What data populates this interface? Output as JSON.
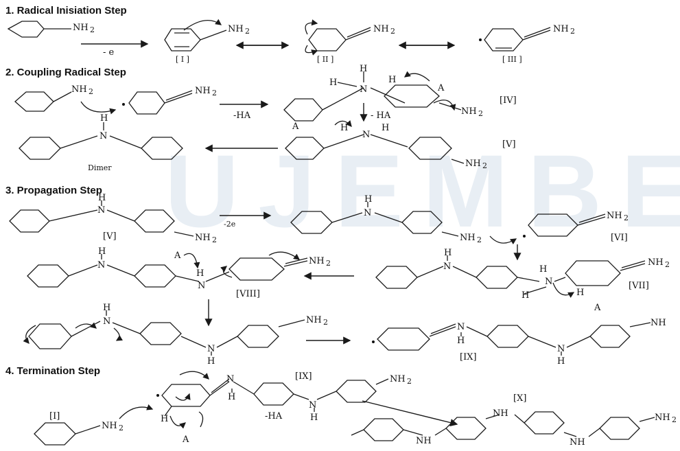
{
  "watermark": "UJEMBER",
  "steps": {
    "s1": "1. Radical Inisiation Step",
    "s2": "2. Coupling Radical Step",
    "s3": "3. Propagation Step",
    "s4": "4. Termination Step"
  },
  "labels": {
    "nh2": "NH",
    "nh2_sub": "2",
    "nh": "NH",
    "n": "N",
    "h": "H",
    "a_minus": "A",
    "minus_e": "- e",
    "minus_ha": "-HA",
    "minus_ha_sp": "- HA",
    "minus_2e": "-2e",
    "dimer": "Dimer",
    "I": "[ I ]",
    "II": "[ II ]",
    "III": "[ III ]",
    "IV": "[IV]",
    "V": "[V]",
    "VI": "[VI]",
    "VII": "[VII]",
    "VIII": "[VIII]",
    "IX": "[IX]",
    "X": "[X]",
    "I_b": "[I]"
  }
}
